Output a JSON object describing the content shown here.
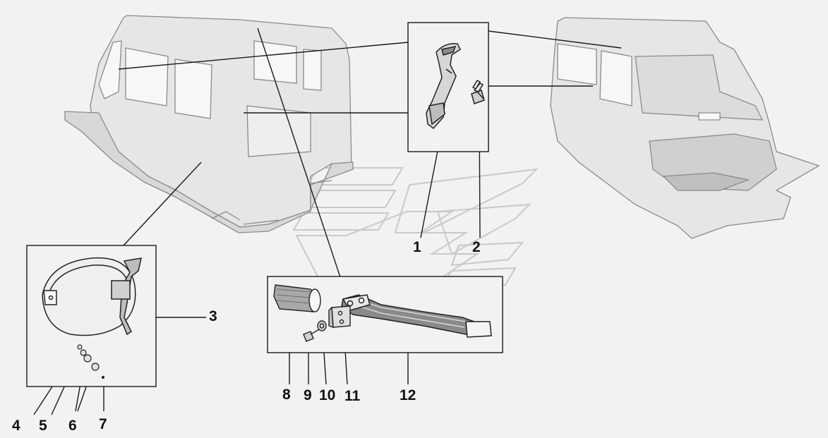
{
  "diagram": {
    "callouts": {
      "c1": "1",
      "c2": "2",
      "c3": "3",
      "c4": "4",
      "c5": "5",
      "c6": "6",
      "c7": "7",
      "c8": "8",
      "c9": "9",
      "c10": "10",
      "c11": "11",
      "c12": "12"
    },
    "colors": {
      "background": "#f2f2f2",
      "line": "#1a1a1a",
      "body_sketch": "#8a8a8a",
      "watermark": "#c8c8c8"
    },
    "icons": [
      "van-body-sketch",
      "grab-handle-icon",
      "bolt-icon",
      "fuel-cap-icon",
      "bushing-icon",
      "strap-icon",
      "bracket-icon",
      "washer-icon"
    ]
  }
}
